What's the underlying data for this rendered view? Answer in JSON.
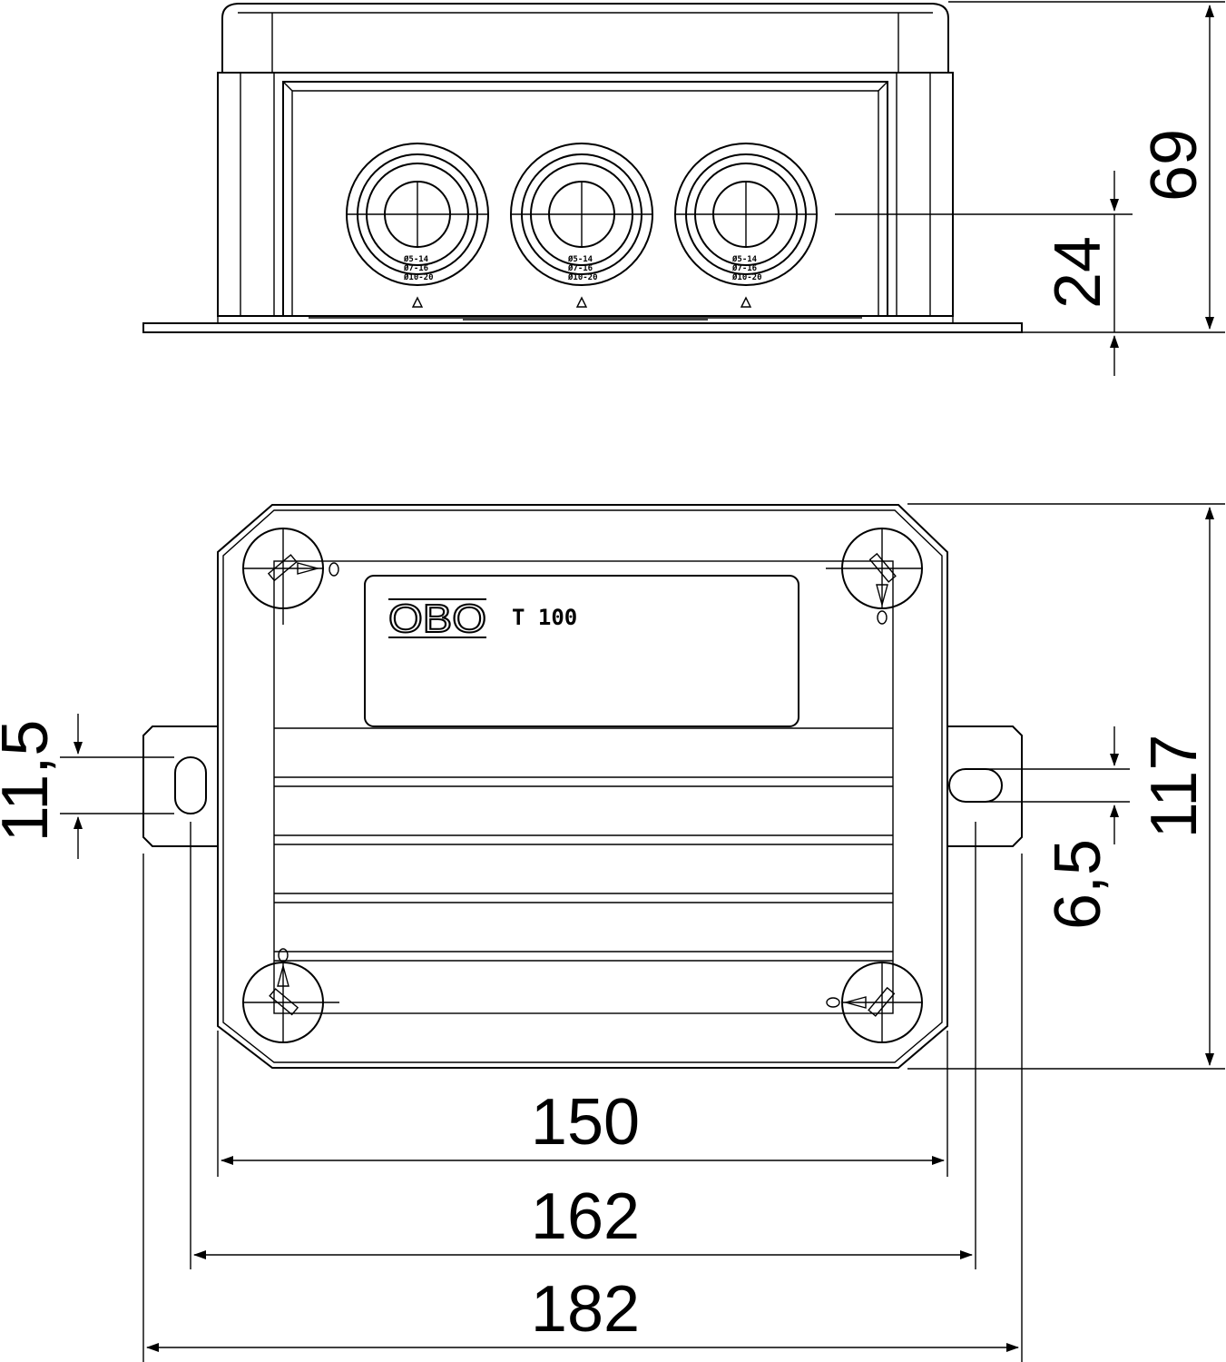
{
  "product": {
    "brand": "OBO",
    "model": "T 100"
  },
  "gland_markings": [
    "Ø5-14",
    "Ø7-16",
    "Ø10-20"
  ],
  "dimensions": {
    "height_total": "69",
    "entry_center_height": "24",
    "depth": "117",
    "slot_length": "11,5",
    "slot_width": "6,5",
    "width_body": "150",
    "width_holes": "162",
    "width_total": "182"
  }
}
